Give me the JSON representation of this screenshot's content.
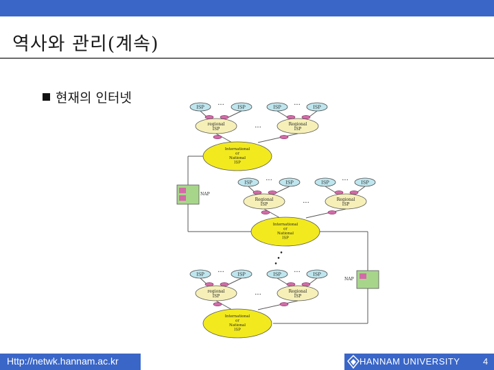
{
  "slide": {
    "title": "역사와 관리(계속)",
    "bullet": "현재의 인터넷"
  },
  "diagram": {
    "nodes": {
      "isp": "ISP",
      "regional_isp_lines": [
        "Regional",
        "ISP"
      ],
      "regional_isp_lower_lines": [
        "regional",
        "ISP"
      ],
      "international_lines": [
        "International",
        "or",
        "National",
        "ISP"
      ],
      "nap": "NAP",
      "ellipsis": "..."
    },
    "colors": {
      "isp_fill": "#bfe6ee",
      "regional_fill": "#f6f0b8",
      "national_fill": "#f2ea1e",
      "router_fill": "#d36aa8",
      "nap_fill": "#a7d68a",
      "line": "#555555"
    }
  },
  "footer": {
    "url": "Http://netwk.hannam.ac.kr",
    "university": "HANNAM  UNIVERSITY",
    "page": "4"
  }
}
